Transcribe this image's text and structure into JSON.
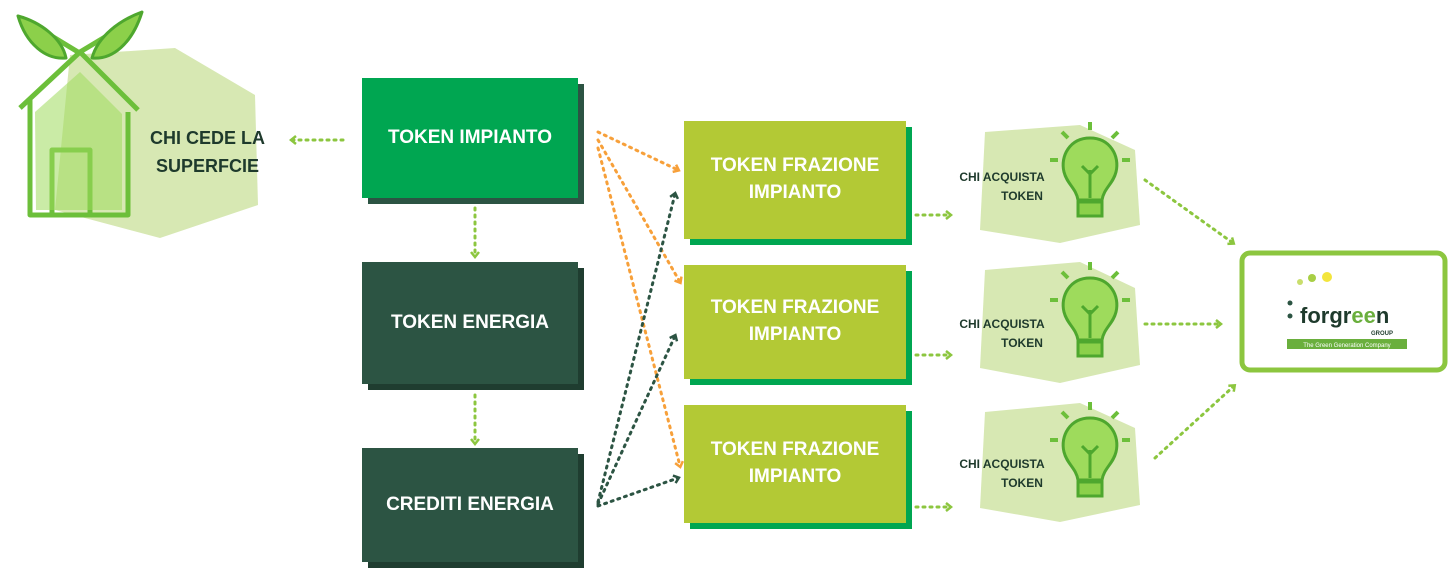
{
  "colors": {
    "light_green": "#b3c935",
    "mid_green": "#00a651",
    "dark_green": "#2c5443",
    "orange_arrow": "#f7a03a",
    "pale_green": "#d7e8b3"
  },
  "house": {
    "label_line1": "CHI CEDE LA",
    "label_line2": "SUPERFCIE"
  },
  "token_impianto": {
    "label": "TOKEN IMPIANTO"
  },
  "token_energia": {
    "label": "TOKEN ENERGIA"
  },
  "crediti_energia": {
    "label": "CREDITI ENERGIA"
  },
  "fractions": [
    {
      "line1": "TOKEN FRAZIONE",
      "line2": "IMPIANTO"
    },
    {
      "line1": "TOKEN FRAZIONE",
      "line2": "IMPIANTO"
    },
    {
      "line1": "TOKEN FRAZIONE",
      "line2": "IMPIANTO"
    }
  ],
  "buyers": [
    {
      "line1": "CHI ACQUISTA",
      "line2": "TOKEN"
    },
    {
      "line1": "CHI ACQUISTA",
      "line2": "TOKEN"
    },
    {
      "line1": "CHI ACQUISTA",
      "line2": "TOKEN"
    }
  ],
  "logo": {
    "brand_prefix": "forgr",
    "brand_ee": "ee",
    "brand_suffix": "n",
    "group": "GROUP",
    "tagline": "The Green Generation Company"
  }
}
